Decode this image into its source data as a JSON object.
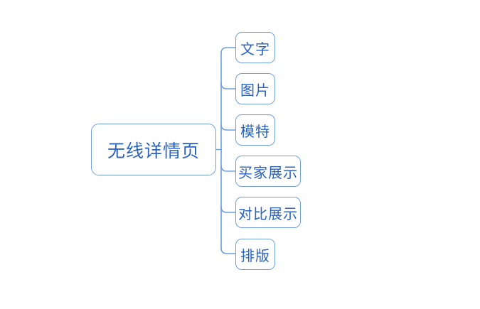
{
  "diagram": {
    "type": "mind-map",
    "background_color": "#ffffff",
    "accent_color": "#6f9fdd",
    "text_color": "#2a63c0",
    "root": {
      "label": "无线详情页"
    },
    "children": [
      {
        "label": "文字"
      },
      {
        "label": "图片"
      },
      {
        "label": "模特"
      },
      {
        "label": "买家展示"
      },
      {
        "label": "对比展示"
      },
      {
        "label": "排版"
      }
    ]
  }
}
